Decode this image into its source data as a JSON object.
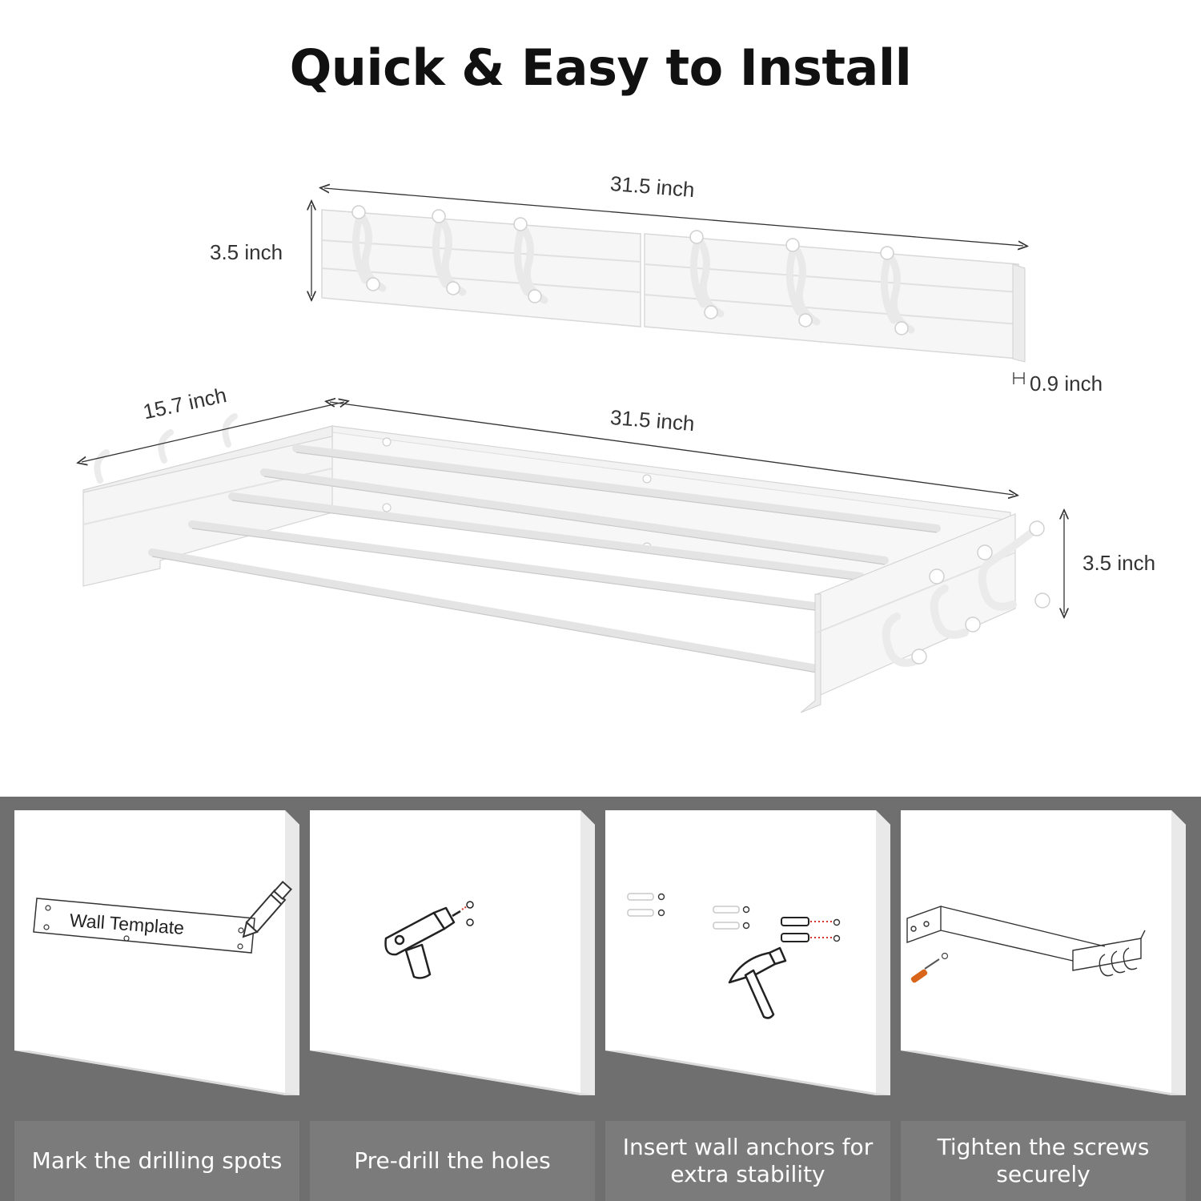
{
  "title": "Quick & Easy to Install",
  "dimensions": {
    "top_width": "31.5 inch",
    "top_height": "3.5 inch",
    "top_depth": "0.9 inch",
    "rack_depth": "15.7 inch",
    "rack_width": "31.5 inch",
    "rack_height": "3.5 inch"
  },
  "steps": [
    {
      "label": "Mark the drilling spots",
      "template_text": "Wall Template",
      "icon": "pencil-icon"
    },
    {
      "label": "Pre-drill the holes",
      "icon": "drill-icon"
    },
    {
      "label": "Insert wall anchors for extra stability",
      "icon": "hammer-icon"
    },
    {
      "label": "Tighten the screws securely",
      "icon": "screwdriver-icon"
    }
  ],
  "colors": {
    "steps_background": "#6f6f6f",
    "label_background": "#7b7b7b",
    "screwdriver_handle": "#d9651a",
    "anchor_dots": "#d9342b"
  }
}
